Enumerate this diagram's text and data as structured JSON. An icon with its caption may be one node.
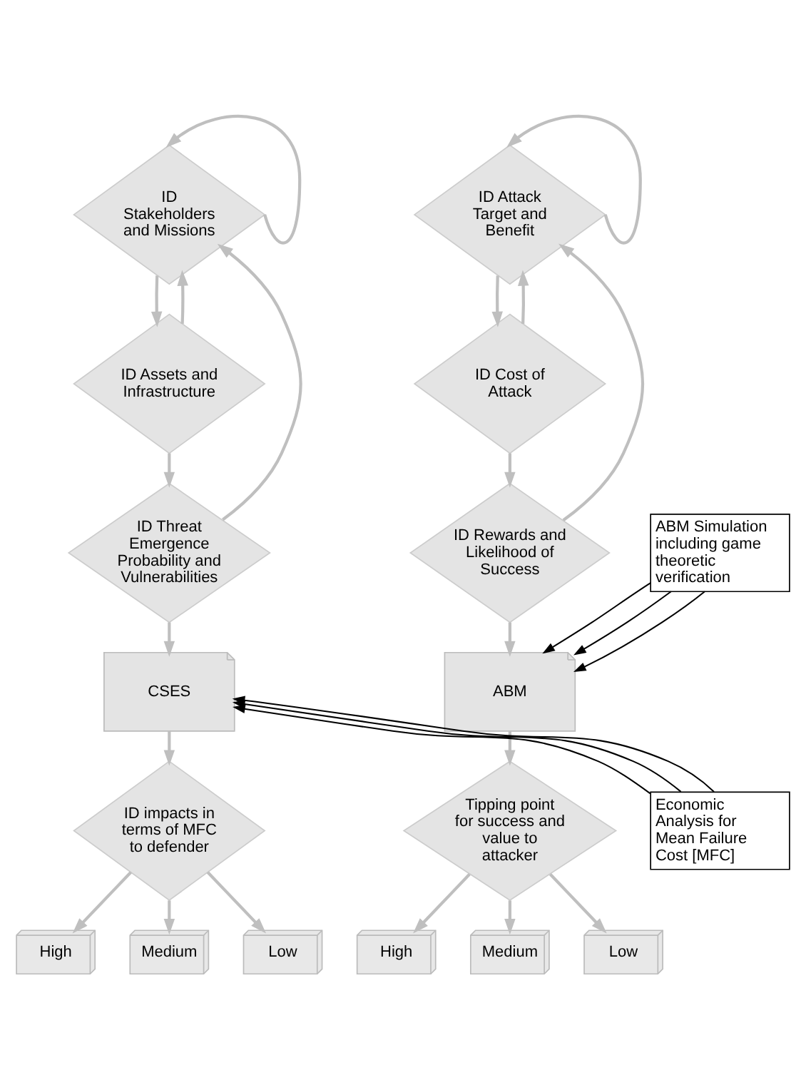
{
  "diagram": {
    "nodes": [
      {
        "text": [
          "ID Stakeholders and Missions"
        ]
      },
      {
        "text": [
          "ID Attack Target and Benefit"
        ]
      },
      {
        "text": [
          "ID Assets and Infrastructure"
        ]
      },
      {
        "text": [
          "ID Cost of Attack"
        ]
      },
      {
        "text": [
          "ID Threat Emergence Probability and Vulnerabilities"
        ]
      },
      {
        "text": [
          "ID Rewards and Likelihood of Success"
        ]
      },
      {
        "text": [
          "ABM Simulation including game theoretic verification"
        ]
      },
      {
        "text": [
          "CSES"
        ]
      },
      {
        "text": [
          "ABM"
        ]
      },
      {
        "text": [
          "Economic Analysis for Mean Failure Cost [MFC]"
        ]
      },
      {
        "text": [
          "ID impacts in terms of MFC to defender"
        ]
      },
      {
        "text": [
          "Tipping point for success and value to attacker"
        ]
      },
      {
        "text": [
          "High"
        ]
      },
      {
        "text": [
          "Medium"
        ]
      },
      {
        "text": [
          "Low"
        ]
      },
      {
        "text": [
          "High"
        ]
      },
      {
        "text": [
          "Medium"
        ]
      },
      {
        "text": [
          "Low"
        ]
      }
    ],
    "edges": [
      {
        "from": 0,
        "to": 2,
        "arrow": "to"
      },
      {
        "from": 2,
        "to": 4,
        "arrow": "to"
      },
      {
        "from": 4,
        "to": 7,
        "arrow": "to"
      },
      {
        "from": 7,
        "to": 10,
        "arrow": "to"
      },
      {
        "from": 10,
        "to": 12,
        "arrow": "to"
      },
      {
        "from": 10,
        "to": 13,
        "arrow": "to"
      },
      {
        "from": 10,
        "to": 14,
        "arrow": "to"
      },
      {
        "from": 0,
        "to": 0,
        "arrow": "to"
      },
      {
        "from": 2,
        "to": 0,
        "arrow": "to"
      },
      {
        "from": 4,
        "to": 0,
        "arrow": "to"
      },
      {
        "from": 1,
        "to": 3,
        "arrow": "to"
      },
      {
        "from": 3,
        "to": 5,
        "arrow": "to"
      },
      {
        "from": 5,
        "to": 8,
        "arrow": "to"
      },
      {
        "from": 8,
        "to": 11,
        "arrow": "to"
      },
      {
        "from": 11,
        "to": 15,
        "arrow": "to"
      },
      {
        "from": 11,
        "to": 16,
        "arrow": "to"
      },
      {
        "from": 11,
        "to": 17,
        "arrow": "to"
      },
      {
        "from": 1,
        "to": 1,
        "arrow": "to"
      },
      {
        "from": 3,
        "to": 1,
        "arrow": "to"
      },
      {
        "from": 5,
        "to": 1,
        "arrow": "to"
      },
      {
        "from": 6,
        "to": 8,
        "arrow": "to",
        "color": "#000000"
      },
      {
        "from": 6,
        "to": 8,
        "arrow": "to",
        "color": "#000000"
      },
      {
        "from": 6,
        "to": 8,
        "arrow": "to",
        "color": "#000000"
      },
      {
        "from": 9,
        "to": 7,
        "arrow": "to",
        "color": "#000000"
      },
      {
        "from": 9,
        "to": 7,
        "arrow": "to",
        "color": "#000000"
      },
      {
        "from": 9,
        "to": 7,
        "arrow": "to",
        "color": "#000000"
      }
    ]
  }
}
